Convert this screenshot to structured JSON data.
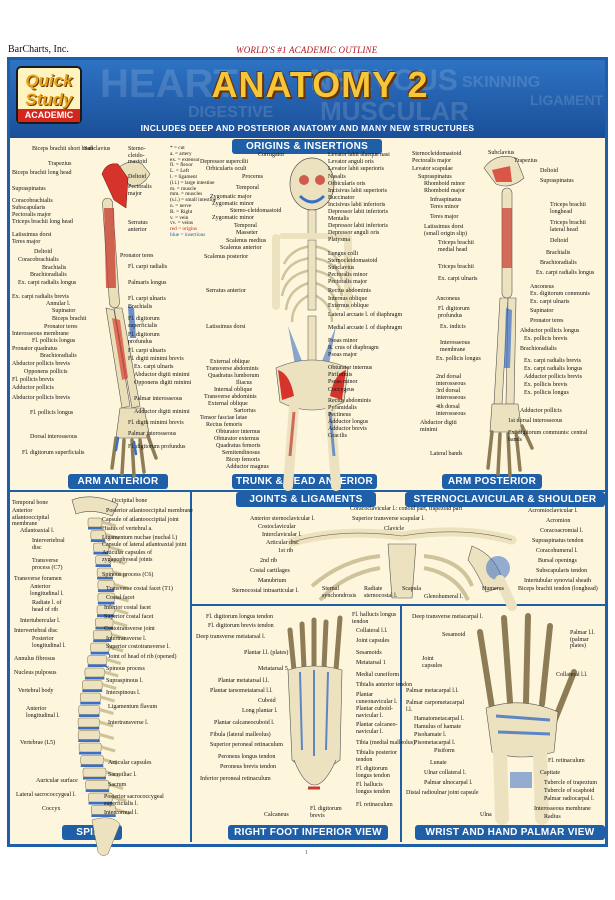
{
  "publisher": "BarCharts, Inc.",
  "outline_tag": "WORLD'S #1 ACADEMIC OUTLINE",
  "header": {
    "logo_top": "Quick Study",
    "logo_bottom": "ACADEMIC",
    "title": "ANATOMY 2",
    "subtitle": "INCLUDES DEEP AND POSTERIOR ANATOMY AND MANY NEW STRUCTURES",
    "bg_words": [
      "HEART",
      "NERVOUS",
      "DIGESTIVE",
      "MUSCULAR",
      "SKINNING",
      "LIGAMENT"
    ]
  },
  "sections": {
    "origins": "ORIGINS & INSERTIONS",
    "arm_anterior": "ARM ANTERIOR",
    "trunk_head": "TRUNK & HEAD ANTERIOR",
    "arm_posterior": "ARM POSTERIOR",
    "joints": "JOINTS & LIGAMENTS",
    "sterno": "STERNOCLAVICULAR & SHOULDER",
    "spine": "SPINE",
    "foot": "RIGHT FOOT INFERIOR VIEW",
    "wrist": "WRIST AND HAND PALMAR VIEW"
  },
  "legend": {
    "items": [
      "* = cut",
      "a. = artery",
      "ex. = extensor",
      "fl. = flexor",
      "L. = Left",
      "l. = ligament",
      "(l.i.) = large intestine",
      "m. = muscle",
      "mm. = muscles",
      "(s.i.) = small intestine",
      "n. = nerve",
      "R. = Right",
      "v. = vein",
      "vv. = veins"
    ],
    "origin": "red = origins",
    "insertion": "blue = insertions"
  },
  "arm_anterior_left": [
    "Biceps brachii short head",
    "Trapezius",
    "Biceps brachii long head",
    "Supraspinatus",
    "Coracobrachialis",
    "Subscapularis",
    "Pectoralis major",
    "Triceps brachii long head",
    "Latissimus dorsi",
    "Teres major",
    "Deltoid",
    "Coracobrachialis",
    "Brachialis",
    "Brachioradialis",
    "Ex. carpi radialis longus",
    "Ex. carpi radialis brevis",
    "Annular l.",
    "Supinator",
    "Biceps brachii",
    "Pronator teres",
    "Interosseous membrane",
    "Fl. pollicis longus",
    "Pronator quadratus",
    "Brachioradialis",
    "Abductor pollicis brevis",
    "Opponens pollicis",
    "Fl. pollicis brevis",
    "Adductor pollicis",
    "Abductor pollicis brevis",
    "Fl. pollicis longus",
    "Dorsal interosseous",
    "Fl. digitorum superficialis"
  ],
  "arm_anterior_mid": [
    "Subclavius",
    "Sterno-cleido-mastoid",
    "Deltoid",
    "Pectoralis major",
    "Serratus anterior",
    "Pronator teres",
    "Fl. carpi radialis",
    "Palmaris longus",
    "Fl. carpi ulnaris",
    "Brachialis",
    "Fl. digitorum superficialis",
    "Fl. digitorum profundus",
    "Fl. carpi ulnaris",
    "Fl. digiti minimi brevis",
    "Ex. carpi ulnaris",
    "Abductor digiti minimi",
    "Opponens digiti minimi",
    "Palmar interosseous",
    "Adductor digiti minimi",
    "Fl. digiti minimi brevis",
    "Palmar interosseous",
    "Fl. digitorum profundus"
  ],
  "trunk_left": [
    "Corrugator",
    "Depressor supercilii",
    "Orbicularis oculi",
    "Procerus",
    "Temporal",
    "Zygomatic major",
    "Zygomatic minor",
    "Sterno-cleidomastoid",
    "Zygomatic minor",
    "Temporal",
    "Masseter",
    "Scalenus medius",
    "Scalenus anterior",
    "Scalenus posterior",
    "Serratus anterior",
    "Latissimus dorsi",
    "External oblique",
    "Transverse abdominis",
    "Quadratus lumborum",
    "Iliacus",
    "Internal oblique",
    "Transverse abdominis",
    "External oblique",
    "Sartorius",
    "Tensor fasciae latae",
    "Rectus femoris",
    "Obturator internus",
    "Obturator externus",
    "Quadratus femoris",
    "Semitendinosus",
    "Bicep femoris",
    "Adductor magnus"
  ],
  "trunk_right": [
    "Levator labii alaeque nasi",
    "Levator anguli oris",
    "Levator labii superioris",
    "Nasalis",
    "Orbicularis oris",
    "Incisivus labii superioris",
    "Buccinator",
    "Incisivus labii inferioris",
    "Depressor labii inferioris",
    "Mentalis",
    "Depressor labii inferioris",
    "Depressor anguli oris",
    "Platysma",
    "Longus colli",
    "Sternocleidomastoid",
    "Subclavius",
    "Pectoralis minor",
    "Pectoralis major",
    "Rectus abdominis",
    "Internus oblique",
    "Externus oblique",
    "Lateral arcuate l. of diaphragm",
    "Medial arcuate l. of diaphragm",
    "Psoas minor",
    "R. crus of diaphragm",
    "Psoas major",
    "Obturator internus",
    "Piriformis",
    "Psoas minor",
    "Coccygeus",
    "Rectus abdominis",
    "Pyramidalis",
    "Pectineus",
    "Adductor longus",
    "Adductor brevis",
    "Gracilis"
  ],
  "arm_posterior_left": [
    "Sternocleidomastoid",
    "Pectoralis major",
    "Levator scapulae",
    "Supraspinatus",
    "Rhomboid minor",
    "Rhomboid major",
    "Infraspinatus",
    "Teres minor",
    "Teres major",
    "Latissimus dorsi (small origin slip)",
    "Triceps brachii medial head",
    "Triceps brachii",
    "Ex. carpi ulnaris",
    "Anconeus",
    "Fl. digitorum profundus",
    "Ex. indicis",
    "Interosseous membrane",
    "Ex. pollicis longus",
    "2nd dorsal interosseous",
    "3rd dorsal interosseous",
    "4th dorsal interosseous",
    "Abductor digiti minimi",
    "Lateral bands"
  ],
  "arm_posterior_right": [
    "Subclavius",
    "Trapezius",
    "Deltoid",
    "Supraspinatus",
    "Triceps brachii longhead",
    "Triceps brachii lateral head",
    "Deltoid",
    "Brachialis",
    "Brachioradialis",
    "Ex. carpi radialis longus",
    "Anconeus",
    "Ex. digitorum communis",
    "Ex. carpi ulnaris",
    "Supinator",
    "Pronator teres",
    "Abductor pollicis longus",
    "Ex. pollicis brevis",
    "Brachioradialis",
    "Ex. carpi radialis brevis",
    "Ex. carpi radialis longus",
    "Adductor pollicis brevis",
    "Ex. pollicis brevis",
    "Ex. pollicis longus",
    "Adductor pollicis",
    "1st dorsal interosseous",
    "Ex. digitorum communis: central bands"
  ],
  "spine_left": [
    "Temporal bone",
    "Anterior atlantooccipital membrane",
    "Atlantoaxial l.",
    "Intervertebral disc",
    "Transverse process (C7)",
    "Transverse foramen",
    "Anterior longitudinal l.",
    "Radiate l. of head of rib",
    "Intertubercular l.",
    "Intervertebral disc",
    "Posterior longitudinal l.",
    "Annulus fibrosus",
    "Nucleus pulposus",
    "Vertebral body",
    "Anterior longitudinal l.",
    "Vertebrae (L5)",
    "Auricular surface",
    "Lateral sacrococcygeal l.",
    "Coccyx"
  ],
  "spine_right": [
    "Occipital bone",
    "Posterior atlantooccipital membrane",
    "Capsule of atlantooccipital joint",
    "Hiatus of vertebral a.",
    "Ligamentum nuchae (nuchal l.)",
    "Capsule of lateral atlantoaxial joint",
    "Articular capsules of zygapophyseal joints",
    "Spinous process (C6)",
    "Transverse costal facet (T1)",
    "Costal facet",
    "Inferior costal facet",
    "Superior costal facet",
    "Costotransverse joint",
    "Intertransverse l.",
    "Superior costotransverse l.",
    "Joint of head of rib (opened)",
    "Spinous process",
    "Supraspinous l.",
    "Interspinous l.",
    "Ligamentum flavum",
    "Intertransverse l.",
    "Articular capsules",
    "Sacroiliac l.",
    "Sacrum",
    "Posterior sacrococcygeal superficialis l.",
    "Intercornual l."
  ],
  "sterno_labels": [
    "Anterior sternoclavicular l.",
    "Costoclavicular",
    "Interclavicular l.",
    "Articular disc",
    "1st rib",
    "2nd rib",
    "Costal cartilages",
    "Manubrium",
    "Sternocostal intraarticular l.",
    "Sternal synchondrosis",
    "Radiate sternocostal l.",
    "Scapula",
    "Glenohumeral l.",
    "Humerus",
    "Biceps brachii tendon (longhead)",
    "Coracoclavicular l.: conoid part, trapezoid part",
    "Superior transverse scapular l.",
    "Clavicle",
    "Acromioclavicular l.",
    "Acromion",
    "Coracoacromial l.",
    "Supraspinatus tendon",
    "Coracohumeral l.",
    "Bursal openings",
    "Subscapularis tendon",
    "Intertubular synovial sheath"
  ],
  "foot_left": [
    "Fl. digitorum longus tendon",
    "Fl. digitorum brevis tendon",
    "Deep transverse metatarsal l.",
    "Plantar l.l. (plates)",
    "Metatarsal 5",
    "Plantar metatarsal l.l.",
    "Plantar tarsometatarsal l.l.",
    "Cuboid",
    "Long plantar l.",
    "Plantar calcaneocuboid l.",
    "Fibula (lateral malleolus)",
    "Superior peroneal retinaculum",
    "Peroneus longus tendon",
    "Peroneus brevis tendon",
    "Inferior peroneal retinaculum",
    "Calcaneus"
  ],
  "foot_right": [
    "Fl. hallucis longus tendon",
    "Collateral l.l.",
    "Joint capsules",
    "Sesamoids",
    "Metatarsal 1",
    "Medial cuneiform",
    "Tibialis anterior tendon",
    "Plantar cuneonavicular l.",
    "Plantar cuboid-navicular l.",
    "Plantar calcaneo-navicular l.",
    "Tibia (medial malleolus)",
    "Tibialis posterior tendon",
    "Fl. digitorum longus tendon",
    "Fl. hallucis longus tendon",
    "Fl. retinaculum",
    "Fl. digitorum brevis"
  ],
  "wrist_left": [
    "Deep transverse metacarpal l.",
    "Sesamoid",
    "Joint capsules",
    "Palmar metacarpal l.l.",
    "Palmar carpometacarpal l.l.",
    "Hamatometacarpal l.",
    "Hamulus of hamate",
    "Pisohamate l.",
    "Pisometacarpal l.",
    "Pisiform",
    "Lunate",
    "Ulnar collateral l.",
    "Palmar ulnocarpal l.",
    "Distal radioulnar joint capsule",
    "Ulna"
  ],
  "wrist_right": [
    "Palmar l.l. (palmar plates)",
    "Collateral l.l.",
    "Fl. retinaculum",
    "Capitate",
    "Tubercle of trapezium",
    "Tubercle of scaphoid",
    "Palmar radiocarpal l.",
    "Interosseous membrane",
    "Radius"
  ],
  "page_number": "1"
}
